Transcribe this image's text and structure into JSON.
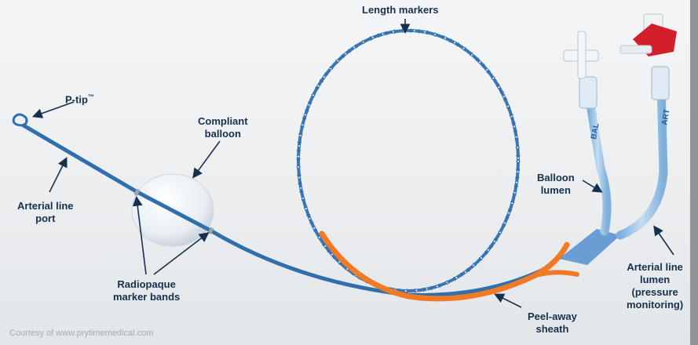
{
  "labels": {
    "length_markers": "Length markers",
    "p_tip": "P-tip",
    "p_tip_mark": "™",
    "compliant_balloon": [
      "Compliant",
      "balloon"
    ],
    "arterial_line_port": [
      "Arterial line",
      "port"
    ],
    "radiopaque_marker_bands": [
      "Radiopaque",
      "marker bands"
    ],
    "balloon_lumen": [
      "Balloon",
      "lumen"
    ],
    "arterial_line_lumen": [
      "Arterial line",
      "lumen",
      "(pressure",
      "monitoring)"
    ],
    "peel_away_sheath": [
      "Peel-away",
      "sheath"
    ]
  },
  "lumen_tags": {
    "bal": "BAL",
    "art": "ART"
  },
  "credit": "Courtesy of www.prytimemedical.com",
  "colors": {
    "catheter": "#2f6fae",
    "sheath": "#f07a25",
    "balloon": "#eef3f7",
    "arrow": "#16304f",
    "clear_tube": "#9cc3e6",
    "stopcock_red": "#d21f2a"
  }
}
